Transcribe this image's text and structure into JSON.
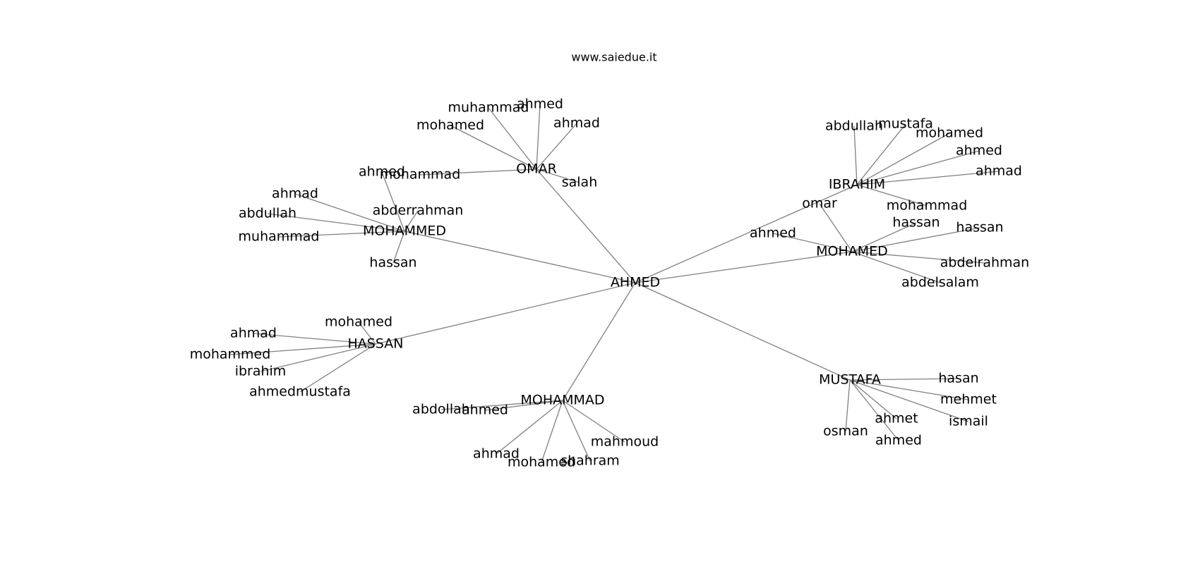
{
  "title": "www.saiedue.it",
  "colors": {
    "edge": "#808080",
    "text": "#000000",
    "background": "#ffffff"
  },
  "root": {
    "id": "root",
    "label": "AHMED"
  },
  "groups": [
    {
      "id": "omar",
      "label": "OMAR",
      "leaves": [
        "muhammad",
        "ahmed",
        "ahmad",
        "mohamed",
        "mohammad",
        "salah"
      ]
    },
    {
      "id": "mohammed",
      "label": "MOHAMMED",
      "leaves": [
        "ahmed",
        "ahmad",
        "abderrahman",
        "abdullah",
        "muhammad",
        "hassan"
      ]
    },
    {
      "id": "ibrahim",
      "label": "IBRAHIM",
      "leaves": [
        "abdullah",
        "mustafa",
        "mohamed",
        "ahmed",
        "ahmad",
        "mohammad"
      ]
    },
    {
      "id": "mohamed",
      "label": "MOHAMED",
      "leaves": [
        "omar",
        "ahmed",
        "hassan",
        "hassan",
        "abdelrahman",
        "abdelsalam"
      ]
    },
    {
      "id": "hassan",
      "label": "HASSAN",
      "leaves": [
        "mohamed",
        "ahmad",
        "mohammed",
        "ibrahim",
        "ahmedmustafa"
      ]
    },
    {
      "id": "mohammad",
      "label": "MOHAMMAD",
      "leaves": [
        "abdollah",
        "ahmed",
        "ahmad",
        "mohamed",
        "shahram",
        "mahmoud"
      ]
    },
    {
      "id": "mustafa",
      "label": "MUSTAFA",
      "leaves": [
        "hasan",
        "mehmet",
        "ismail",
        "ahmet",
        "ahmed",
        "osman"
      ]
    }
  ]
}
